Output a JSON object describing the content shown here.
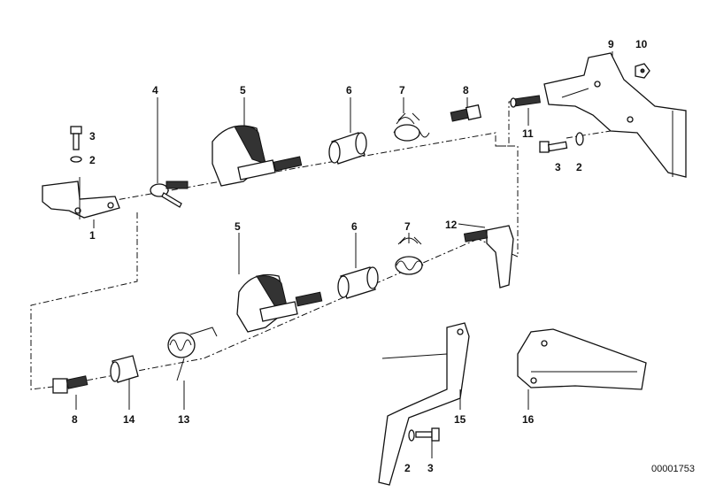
{
  "diagram": {
    "type": "exploded-parts-diagram",
    "labels": {
      "l1": "1",
      "l2a": "2",
      "l2b": "2",
      "l2c": "2",
      "l3a": "3",
      "l3b": "3",
      "l3c": "3",
      "l4": "4",
      "l5a": "5",
      "l5b": "5",
      "l6a": "6",
      "l6b": "6",
      "l7a": "7",
      "l7b": "7",
      "l8a": "8",
      "l8b": "8",
      "l9": "9",
      "l10": "10",
      "l11": "11",
      "l12": "12",
      "l13": "13",
      "l14": "14",
      "l15": "15",
      "l16": "16"
    },
    "image_code": "00001753"
  }
}
